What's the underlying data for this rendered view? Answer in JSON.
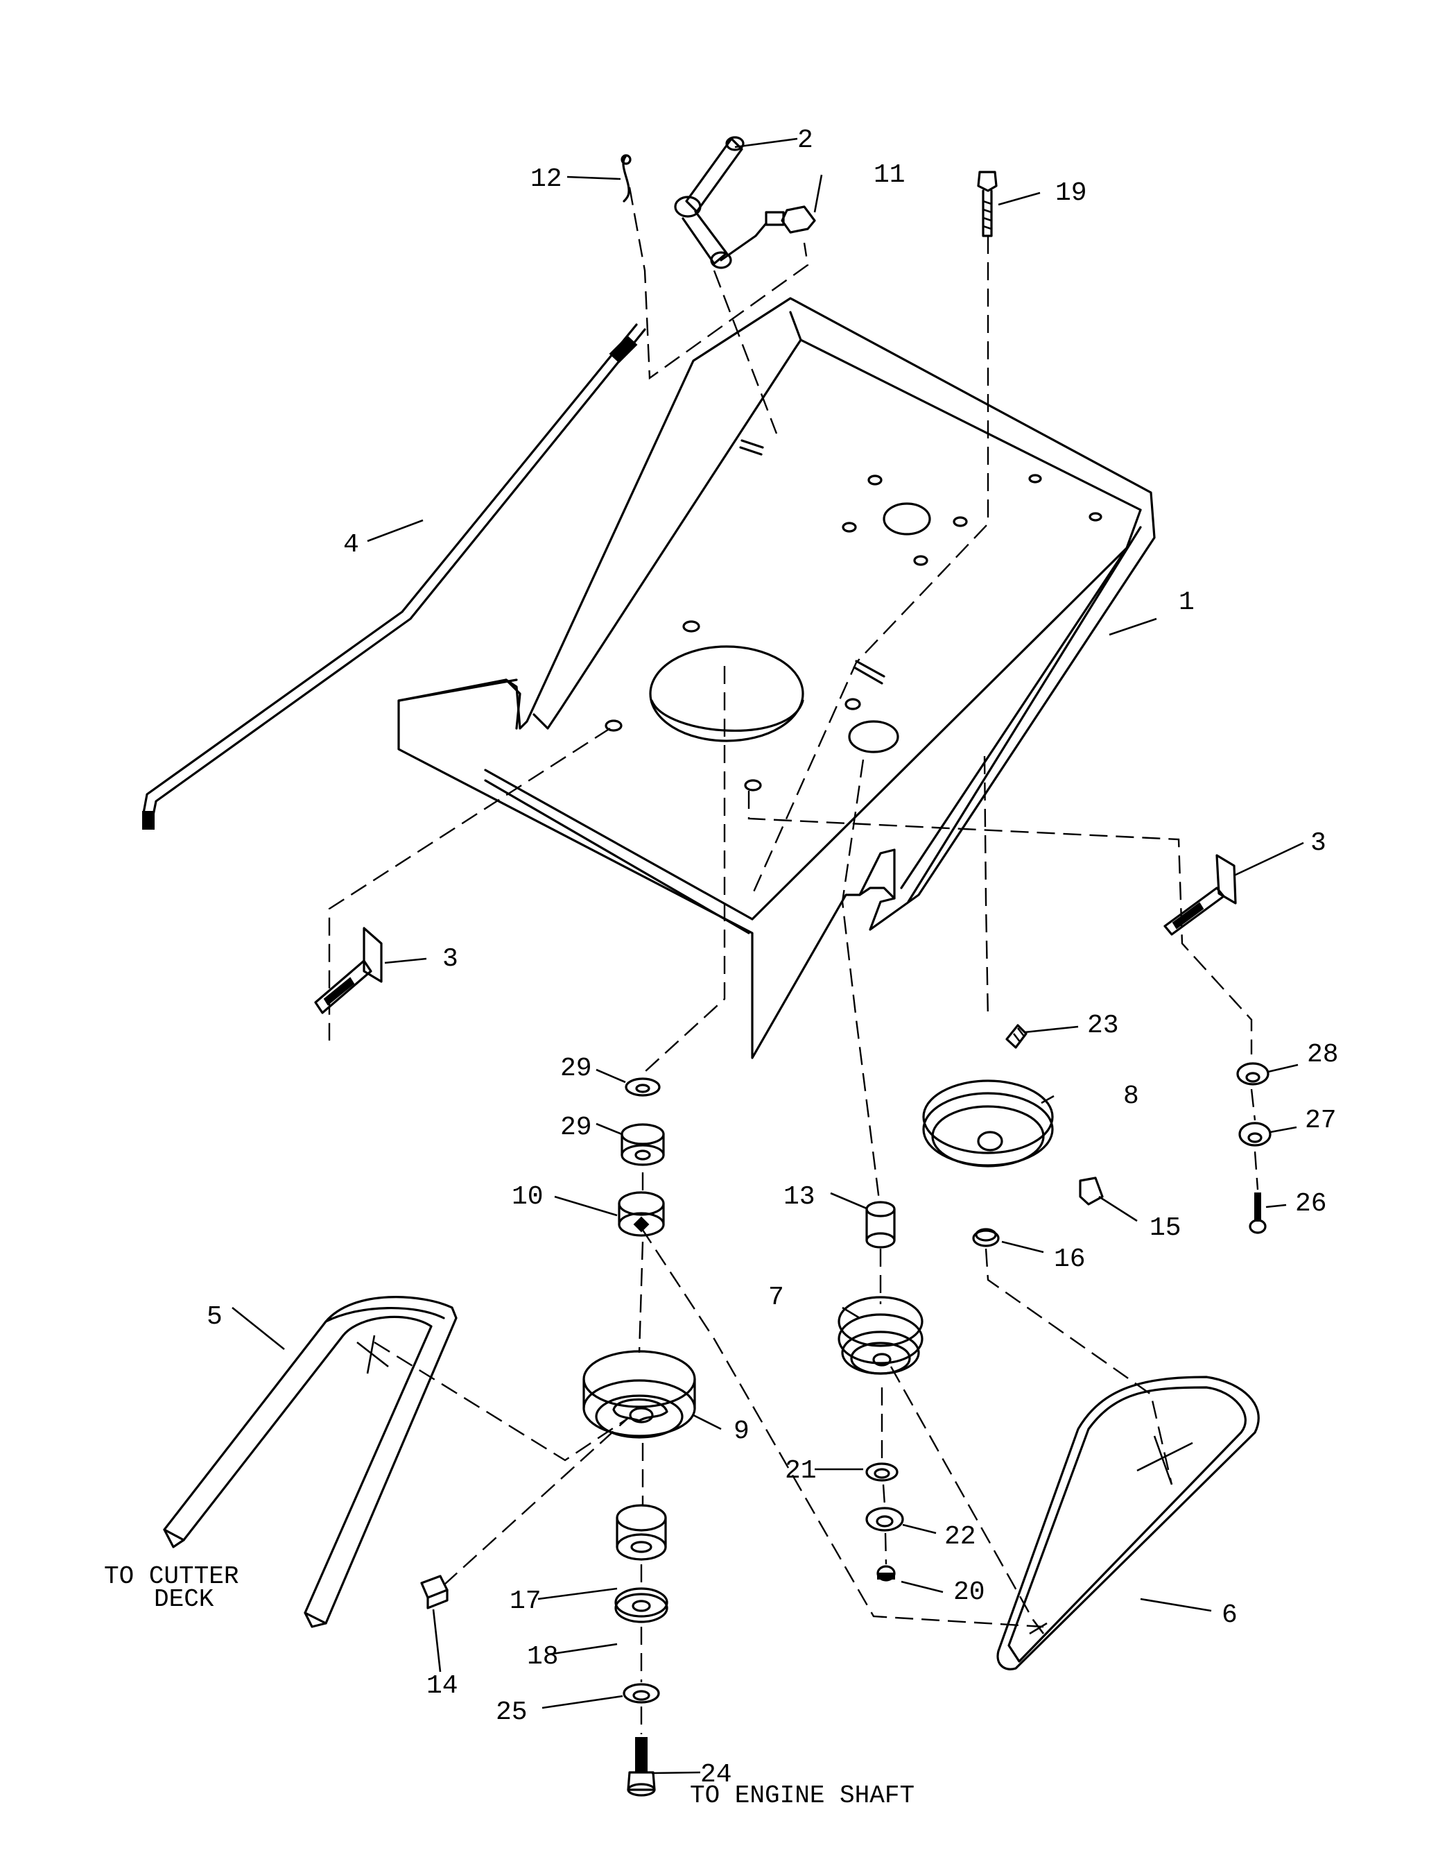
{
  "callouts": {
    "c1": "1",
    "c2": "2",
    "c3a": "3",
    "c3b": "3",
    "c4": "4",
    "c5": "5",
    "c6": "6",
    "c7": "7",
    "c8": "8",
    "c9": "9",
    "c10": "10",
    "c11": "11",
    "c12": "12",
    "c13": "13",
    "c14": "14",
    "c15": "15",
    "c16": "16",
    "c17": "17",
    "c18": "18",
    "c19": "19",
    "c20": "20",
    "c21": "21",
    "c22": "22",
    "c23": "23",
    "c24": "24",
    "c25": "25",
    "c26": "26",
    "c27": "27",
    "c28": "28",
    "c29a": "29",
    "c29b": "29"
  },
  "notes": {
    "cutter_deck_line1": "TO CUTTER",
    "cutter_deck_line2": "DECK",
    "engine_shaft": "TO ENGINE SHAFT"
  }
}
